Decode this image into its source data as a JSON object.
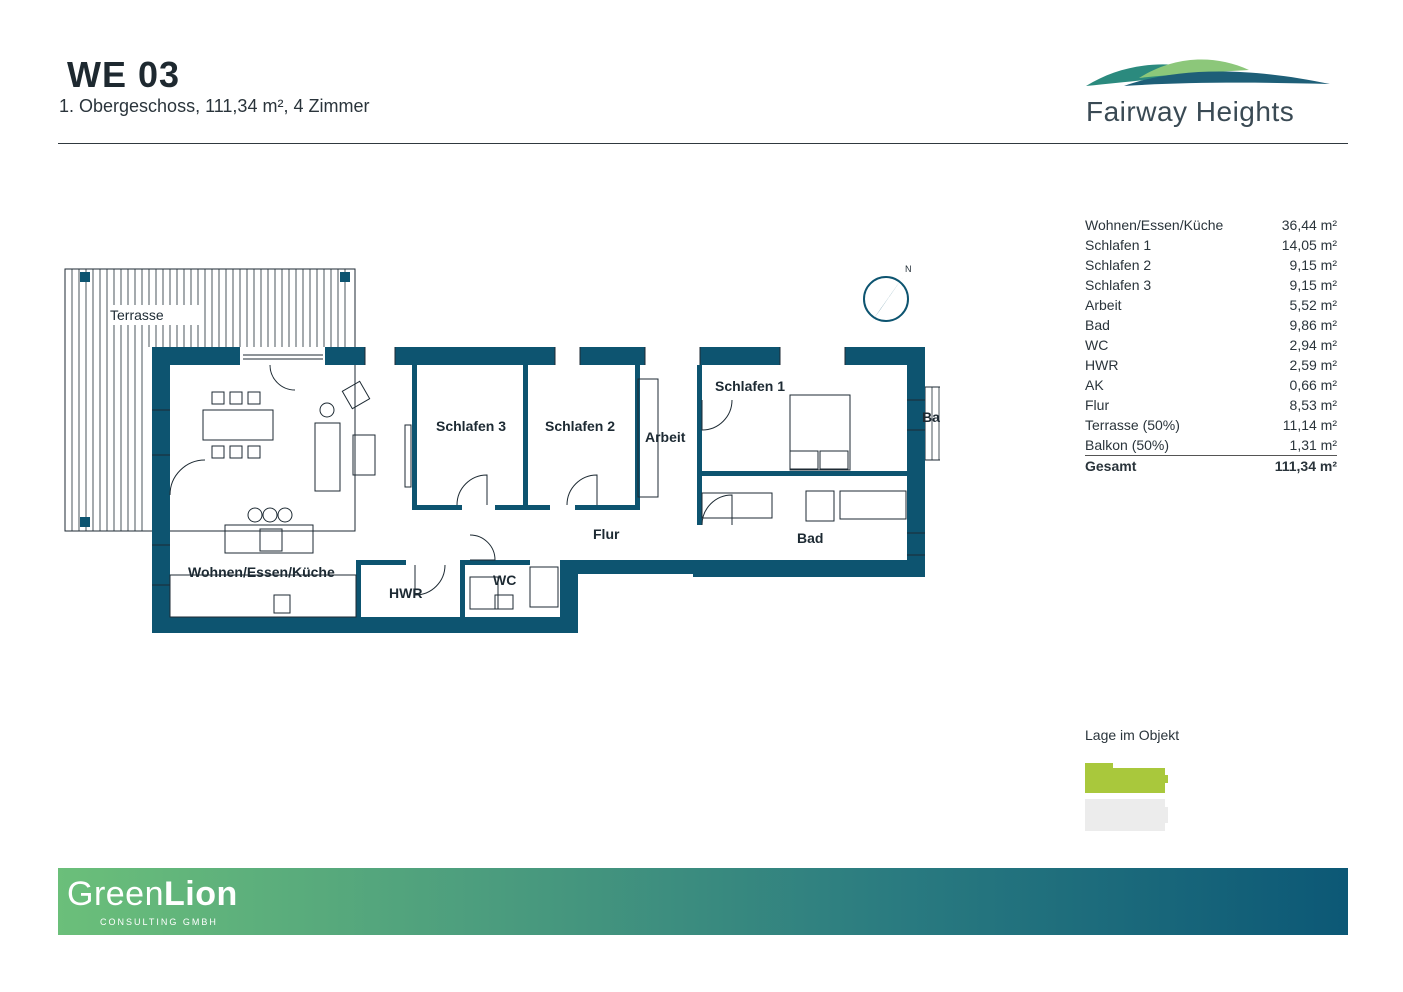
{
  "header": {
    "title": "WE 03",
    "subtitle": "1. Obergeschoss, 111,34 m², 4 Zimmer",
    "brand": "Fairway Heights"
  },
  "plan": {
    "compass": "N",
    "rooms": {
      "terrasse": "Terrasse",
      "wohnen": "Wohnen/Essen/Küche",
      "schlafen3": "Schlafen 3",
      "schlafen2": "Schlafen 2",
      "arbeit": "Arbeit",
      "schlafen1": "Schlafen 1",
      "balkon": "Balkon",
      "flur": "Flur",
      "bad": "Bad",
      "hwr": "HWR",
      "wc": "WC"
    }
  },
  "areas": [
    {
      "name": "Wohnen/Essen/Küche",
      "value": "36,44 m²"
    },
    {
      "name": "Schlafen 1",
      "value": "14,05 m²"
    },
    {
      "name": "Schlafen 2",
      "value": "9,15 m²"
    },
    {
      "name": "Schlafen 3",
      "value": "9,15 m²"
    },
    {
      "name": "Arbeit",
      "value": "5,52 m²"
    },
    {
      "name": "Bad",
      "value": "9,86 m²"
    },
    {
      "name": "WC",
      "value": "2,94 m²"
    },
    {
      "name": "HWR",
      "value": "2,59 m²"
    },
    {
      "name": "AK",
      "value": "0,66 m²"
    },
    {
      "name": "Flur",
      "value": "8,53 m²"
    },
    {
      "name": "Terrasse (50%)",
      "value": "11,14 m²"
    },
    {
      "name": "Balkon (50%)",
      "value": "1,31 m²"
    }
  ],
  "total": {
    "name": "Gesamt",
    "value": "111,34 m²"
  },
  "lage": {
    "label": "Lage im Objekt"
  },
  "footer": {
    "company_light": "Green",
    "company_bold": "Lion",
    "company_sub": "CONSULTING GMBH"
  },
  "colors": {
    "wall": "#0d5470",
    "accent_green": "#a9c83c",
    "brand_teal": "#1f7a7a"
  }
}
